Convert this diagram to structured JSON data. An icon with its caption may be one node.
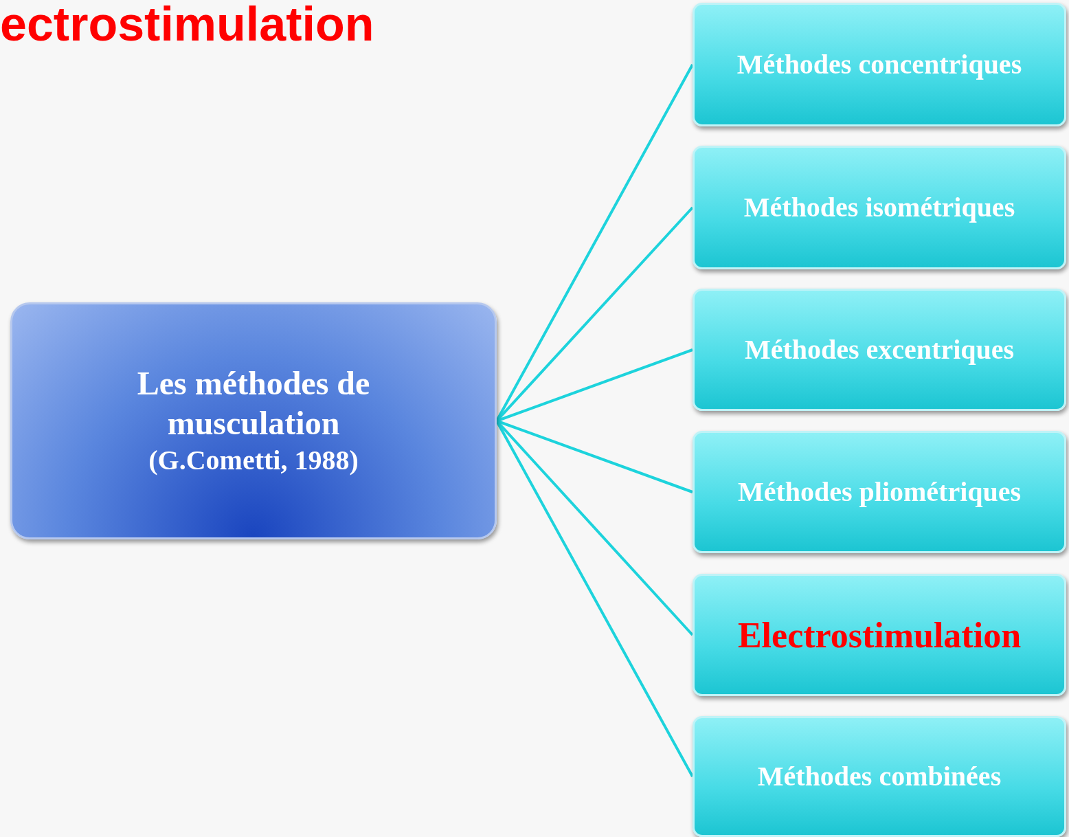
{
  "diagram": {
    "title": "ectrostimulation",
    "nodes": [
      {
        "text": [
          "Les méthodes de musculation",
          "(G.Cometti, 1988)"
        ]
      },
      {
        "text": [
          "Méthodes concentriques"
        ]
      },
      {
        "text": [
          "Méthodes isométriques"
        ]
      },
      {
        "text": [
          "Méthodes excentriques"
        ]
      },
      {
        "text": [
          "Méthodes pliométriques"
        ]
      },
      {
        "text": [
          "Electrostimulation"
        ]
      },
      {
        "text": [
          "Méthodes combinées"
        ]
      }
    ],
    "edges": [
      {
        "from": 0,
        "to": 1,
        "arrow": "none"
      },
      {
        "from": 0,
        "to": 2,
        "arrow": "none"
      },
      {
        "from": 0,
        "to": 3,
        "arrow": "none"
      },
      {
        "from": 0,
        "to": 4,
        "arrow": "none"
      },
      {
        "from": 0,
        "to": 5,
        "arrow": "none"
      },
      {
        "from": 0,
        "to": 6,
        "arrow": "none"
      }
    ]
  }
}
